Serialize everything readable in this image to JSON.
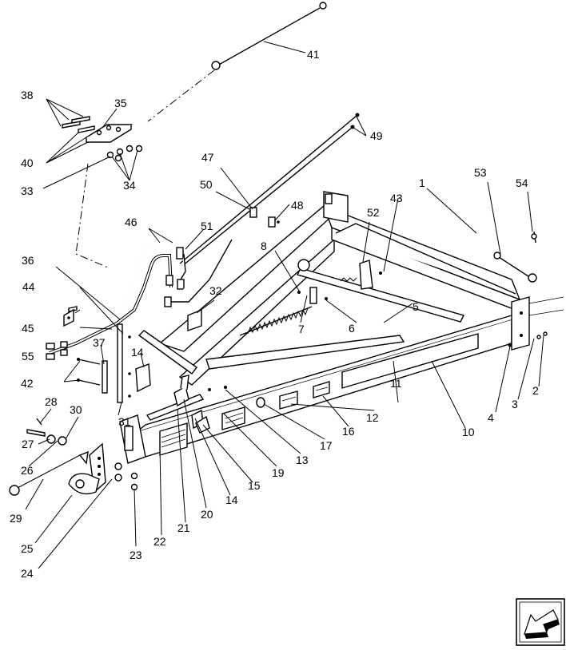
{
  "diagram": {
    "part_numbers": {
      "p1": "1",
      "p2": "2",
      "p3": "3",
      "p4": "4",
      "p5": "5",
      "p6": "6",
      "p7": "7",
      "p8": "8",
      "p10": "10",
      "p11": "11",
      "p12": "12",
      "p13": "13",
      "p14a": "14",
      "p14b": "14",
      "p15": "15",
      "p16": "16",
      "p17": "17",
      "p19": "19",
      "p20": "20",
      "p21": "21",
      "p22": "22",
      "p23": "23",
      "p24": "24",
      "p25": "25",
      "p26": "26",
      "p27": "27",
      "p28": "28",
      "p29": "29",
      "p30": "30",
      "p31": "31",
      "p32": "32",
      "p33": "33",
      "p34": "34",
      "p35": "35",
      "p36": "36",
      "p37": "37",
      "p38": "38",
      "p40": "40",
      "p41": "41",
      "p42": "42",
      "p43": "43",
      "p44": "44",
      "p45": "45",
      "p46": "46",
      "p47": "47",
      "p48": "48",
      "p49": "49",
      "p50": "50",
      "p51": "51",
      "p52": "52",
      "p53": "53",
      "p54": "54",
      "p55": "55"
    },
    "nav_icon": "previous-page-arrow-icon"
  }
}
